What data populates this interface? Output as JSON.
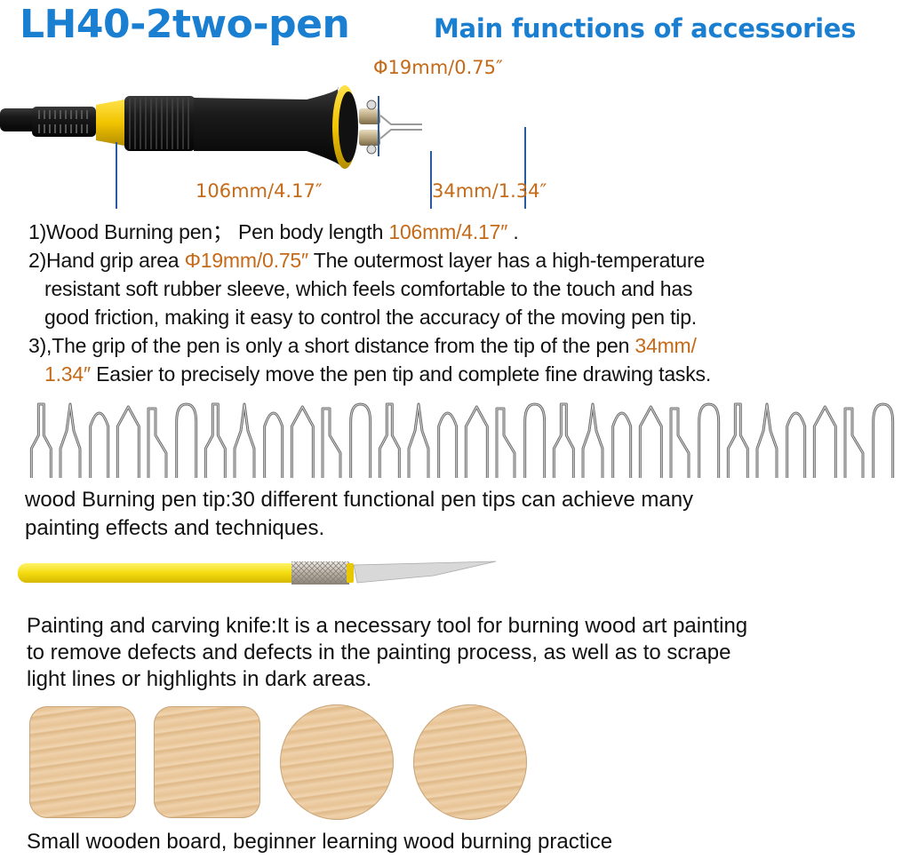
{
  "header": {
    "title": "LH40-2two-pen",
    "subtitle": "Main functions of accessories",
    "colors": {
      "title": "#1a7fd0",
      "dimension": "#c46a18",
      "guide_line": "#2c5aa0"
    }
  },
  "pen_diagram": {
    "diameter_label": "Φ19mm/0.75″",
    "body_length_label": "106mm/4.17″",
    "tip_distance_label": "34mm/1.34″"
  },
  "features": [
    {
      "prefix": "1)Wood Burning pen；  Pen body length ",
      "highlight": "106mm/4.17″",
      "suffix": " ."
    },
    {
      "prefix": "2)Hand grip area  ",
      "highlight": "Φ19mm/0.75″",
      "suffix": "  The outermost layer has a high-temperature",
      "line2": "resistant soft rubber sleeve, which feels comfortable to the touch and has",
      "line3": "good friction, making it easy to control the accuracy of the moving pen tip."
    },
    {
      "prefix": "3),The grip of the pen is only a short distance from the tip of the pen ",
      "highlight": "34mm/",
      "line2_highlight": "1.34″",
      "line2": "  Easier to precisely move the pen tip and complete fine drawing tasks."
    }
  ],
  "pen_tips": {
    "count": 30,
    "caption_line1": "wood Burning pen tip:30 different functional pen tips can achieve many",
    "caption_line2": "painting effects and techniques."
  },
  "knife": {
    "caption_line1": "Painting and carving knife:It is a necessary tool for burning wood art painting",
    "caption_line2": "to remove defects and defects in the painting process, as well as to scrape",
    "caption_line3": "light lines or highlights in dark areas."
  },
  "boards": {
    "shapes": [
      "square",
      "square",
      "round",
      "round"
    ],
    "caption": "Small wooden board, beginner learning wood burning practice"
  }
}
